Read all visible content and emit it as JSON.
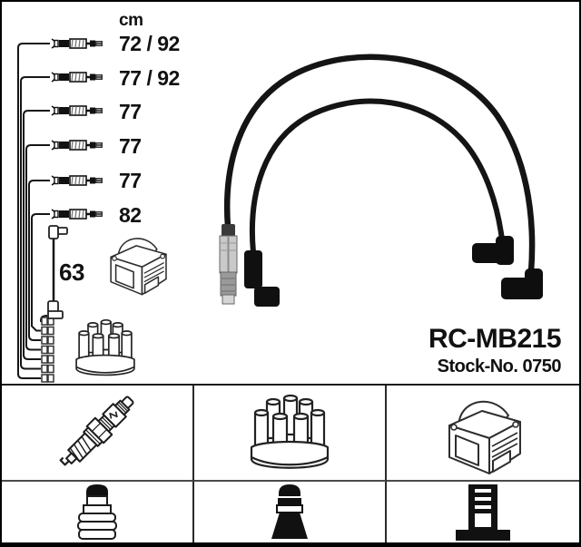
{
  "product": {
    "part_number": "RC-MB215",
    "stock_number": "Stock-No. 0750"
  },
  "lengths_panel": {
    "unit_label": "cm",
    "leads": [
      {
        "length_cm": "72 / 92"
      },
      {
        "length_cm": "77 / 92"
      },
      {
        "length_cm": "77"
      },
      {
        "length_cm": "77"
      },
      {
        "length_cm": "77"
      },
      {
        "length_cm": "82"
      }
    ],
    "coil_lead_length_cm": "63"
  },
  "diagram": {
    "icons": [
      "ignition-lead-icon",
      "ignition-coil-icon",
      "distributor-cap-icon",
      "terminal-stack-icon",
      "coil-lead-icon"
    ],
    "photo_icons": [
      "ignition-cables-photo",
      "straight-metal-plug-connector",
      "angled-boot-connector"
    ]
  },
  "components_table": {
    "rows": [
      {
        "cells": [
          "spark-plug-icon",
          "distributor-cap-icon",
          "ignition-coil-icon"
        ]
      },
      {
        "cells": [
          "plug-terminal-connector-icon",
          "spark-plug-boot-icon",
          "coil-terminal-connector-icon"
        ]
      }
    ]
  },
  "colors": {
    "background": "#ffffff",
    "line": "#1c1c1c",
    "cable": "#141414",
    "border": "#000000"
  }
}
